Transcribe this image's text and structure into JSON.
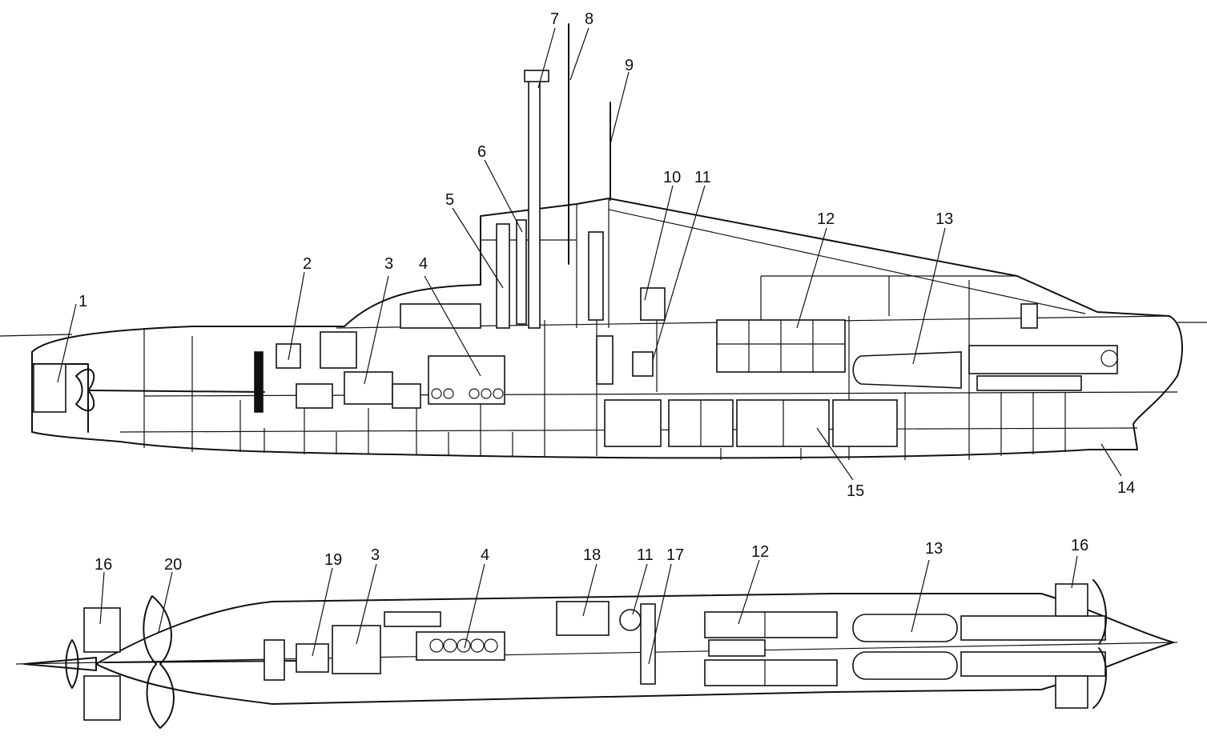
{
  "profile_view": {
    "callouts": [
      {
        "key": "c1",
        "text": "1"
      },
      {
        "key": "c2",
        "text": "2"
      },
      {
        "key": "c3",
        "text": "3"
      },
      {
        "key": "c4",
        "text": "4"
      },
      {
        "key": "c5",
        "text": "5"
      },
      {
        "key": "c6",
        "text": "6"
      },
      {
        "key": "c7",
        "text": "7"
      },
      {
        "key": "c8",
        "text": "8"
      },
      {
        "key": "c9",
        "text": "9"
      },
      {
        "key": "c10",
        "text": "10"
      },
      {
        "key": "c11",
        "text": "11"
      },
      {
        "key": "c12",
        "text": "12"
      },
      {
        "key": "c13",
        "text": "13"
      },
      {
        "key": "c14",
        "text": "14"
      },
      {
        "key": "c15",
        "text": "15"
      }
    ]
  },
  "plan_view": {
    "callouts": [
      {
        "key": "p16a",
        "text": "16"
      },
      {
        "key": "p20",
        "text": "20"
      },
      {
        "key": "p19",
        "text": "19"
      },
      {
        "key": "p3",
        "text": "3"
      },
      {
        "key": "p4",
        "text": "4"
      },
      {
        "key": "p18",
        "text": "18"
      },
      {
        "key": "p11",
        "text": "11"
      },
      {
        "key": "p17",
        "text": "17"
      },
      {
        "key": "p12",
        "text": "12"
      },
      {
        "key": "p13",
        "text": "13"
      },
      {
        "key": "p16b",
        "text": "16"
      }
    ]
  }
}
